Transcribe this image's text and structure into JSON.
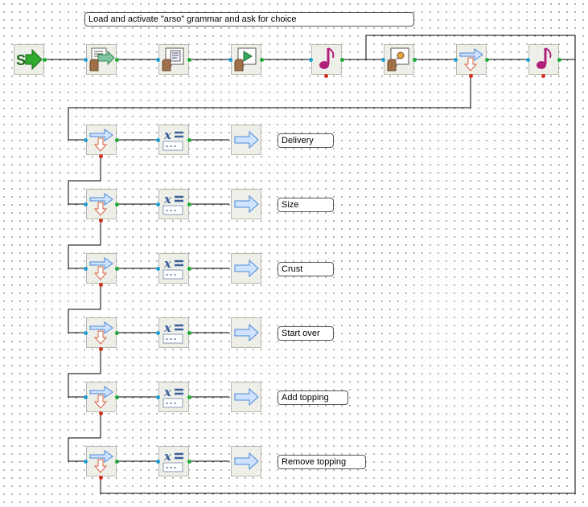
{
  "comment_note": "Load and activate \"arso\" grammar and ask for choice",
  "start_node": {
    "label": "S"
  },
  "choices": [
    {
      "label": "Delivery"
    },
    {
      "label": "Size"
    },
    {
      "label": "Crust"
    },
    {
      "label": "Start over"
    },
    {
      "label": "Add topping"
    },
    {
      "label": "Remove topping"
    }
  ],
  "colors": {
    "start_green": "#2faa2f",
    "music_purple": "#b0207a",
    "arrow_blue": "#4a8ad8",
    "down_arrow_red": "#d86040",
    "variable_blue": "#3a5e9a"
  }
}
